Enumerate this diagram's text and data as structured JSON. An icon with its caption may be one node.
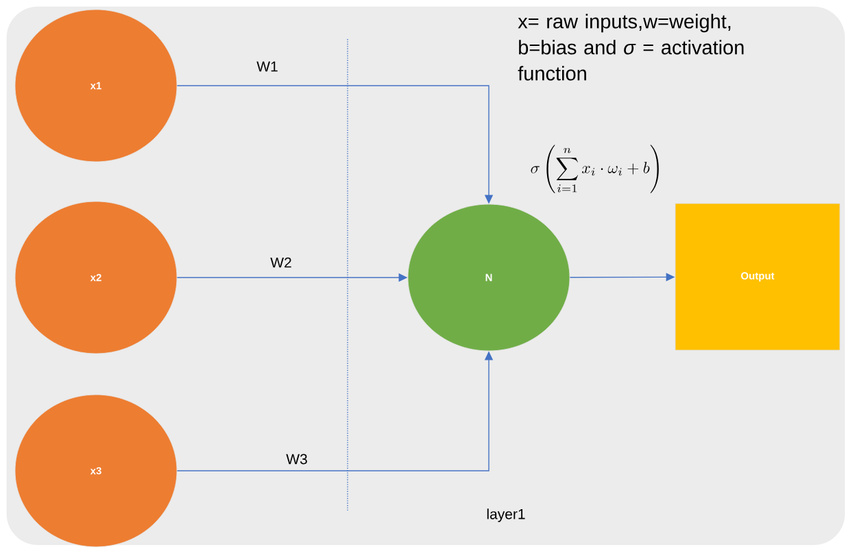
{
  "diagram": {
    "nodes": [
      {
        "text": [
          "x1"
        ]
      },
      {
        "text": [
          "x2"
        ]
      },
      {
        "text": [
          "x3"
        ]
      },
      {
        "text": [
          "N"
        ]
      },
      {
        "text": [
          "Output"
        ]
      }
    ],
    "edges": [
      {
        "from": 0,
        "to": 3,
        "arrow": "to",
        "label": "W1"
      },
      {
        "from": 1,
        "to": 3,
        "arrow": "to",
        "label": "W2"
      },
      {
        "from": 2,
        "to": 3,
        "arrow": "to",
        "label": "W3"
      },
      {
        "from": 3,
        "to": 4,
        "arrow": "to"
      }
    ],
    "labels": [
      "x= raw inputs,w=weight, b=bias and *σ* = activation function",
      "\\sigma\\left(\\sum_{i=1}^{n} x_i \\cdot \\omega_i + b\\right)",
      "layer1"
    ]
  }
}
